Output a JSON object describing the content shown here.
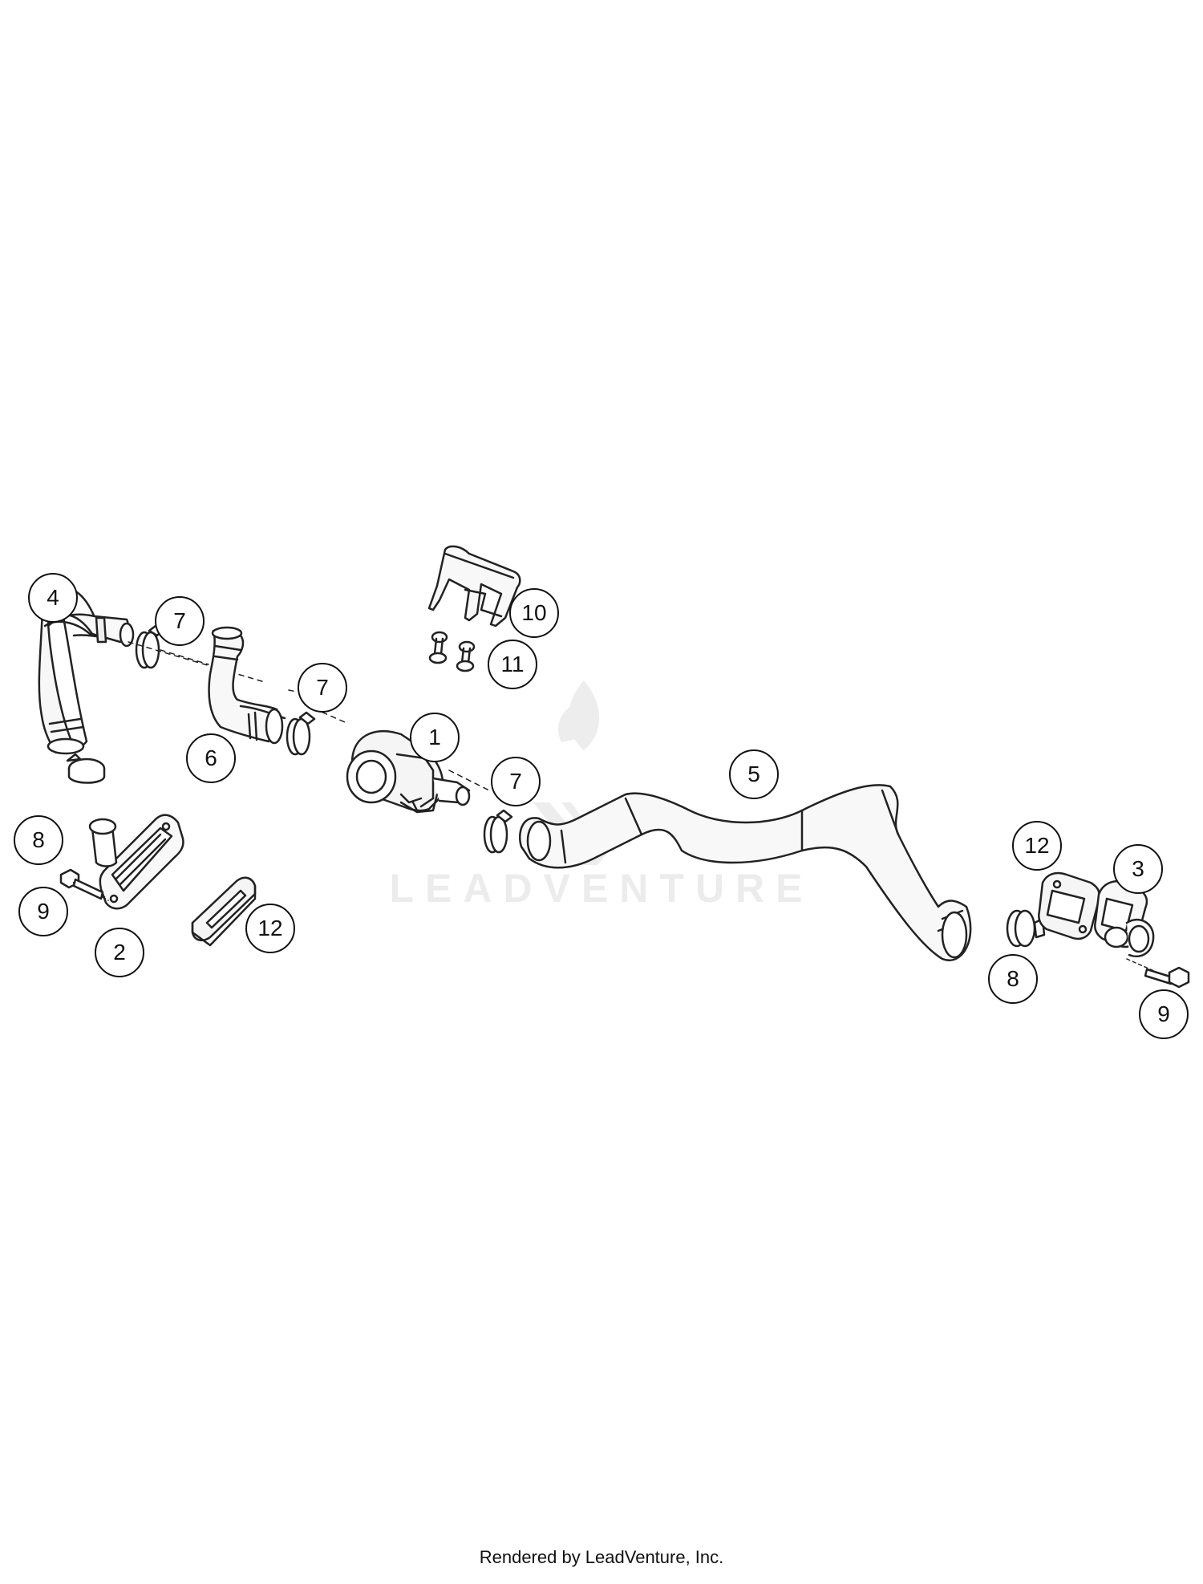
{
  "watermark": {
    "brand": "LEADVENTURE"
  },
  "callouts": {
    "c1": "1",
    "c2": "2",
    "c3": "3",
    "c4": "4",
    "c5": "5",
    "c6": "6",
    "c7a": "7",
    "c7b": "7",
    "c7c": "7",
    "c8a": "8",
    "c8b": "8",
    "c9a": "9",
    "c9b": "9",
    "c10": "10",
    "c11": "11",
    "c12a": "12",
    "c12b": "12"
  },
  "footer": {
    "credit": "Rendered by LeadVenture, Inc."
  }
}
